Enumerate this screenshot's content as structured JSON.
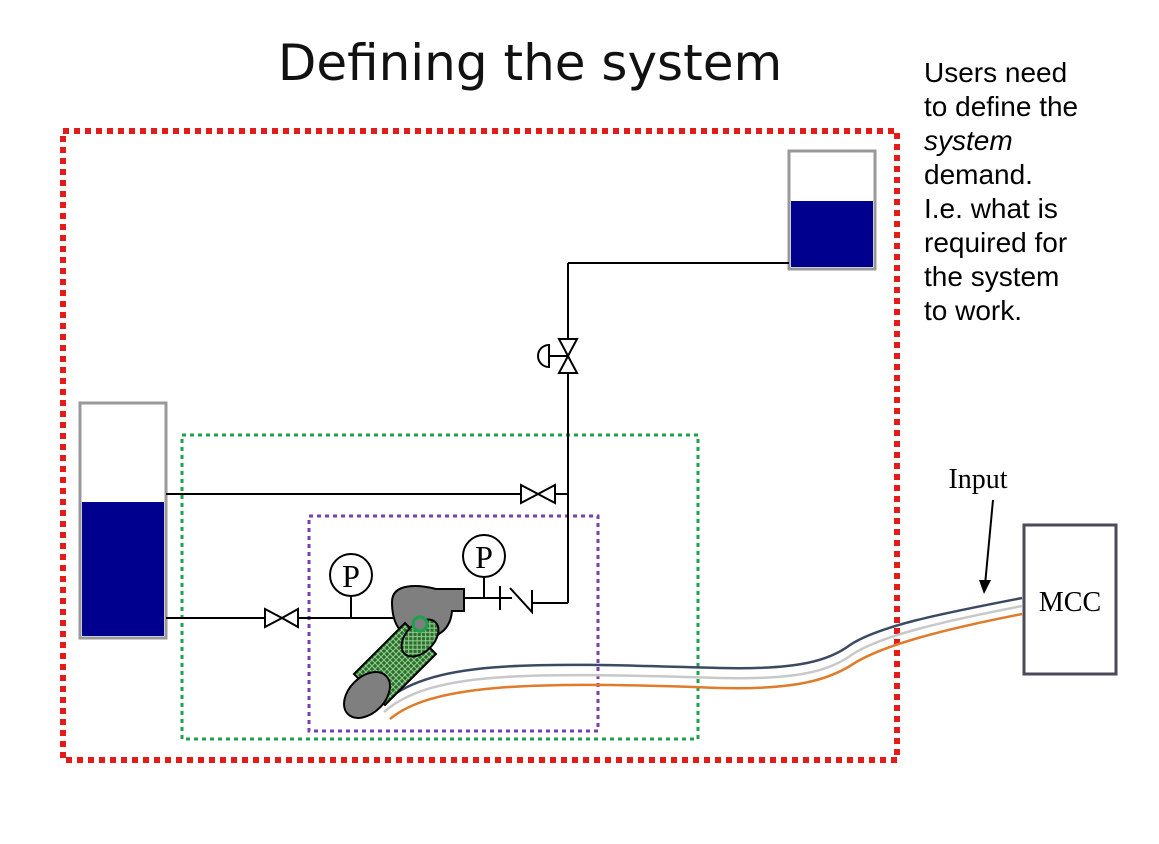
{
  "title": "Defining the system",
  "note": {
    "line1": "Users need",
    "line2": "to define the",
    "line3_italic": "system",
    "line4": "demand.",
    "line5": "I.e. what is",
    "line6": "required for",
    "line7": "the system",
    "line8": "to work."
  },
  "labels": {
    "input": "Input",
    "mcc": "MCC",
    "gauge": "P"
  },
  "colors": {
    "system_boundary": "#e21b1b",
    "subsystem_boundary": "#1aa34a",
    "component_boundary": "#7a3fb0",
    "tank_fluid": "#00008f",
    "tank_outline": "#999999",
    "pump_body": "#7f7f7f",
    "motor_mesh": "#3c8a3c",
    "cable_dark": "#3b4a63",
    "cable_light": "#c8c8c8",
    "cable_orange": "#e07b2a",
    "mcc_outline": "#4a4a5a"
  }
}
